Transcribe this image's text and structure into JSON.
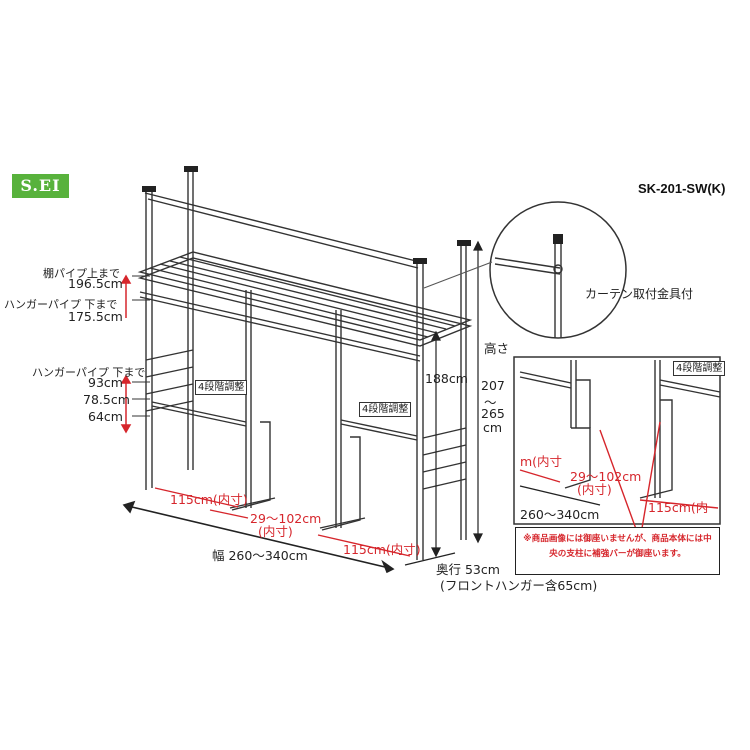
{
  "brand": {
    "logo_text": "S.EI",
    "logo_color": "#58b23c"
  },
  "model": "SK-201-SW(K)",
  "accent_color": "#d6262c",
  "left_labels": {
    "shelf_caption": "棚パイプ上まで",
    "shelf_value": "196.5cm",
    "hanger_top_caption": "ハンガーパイプ 下まで",
    "hanger_top_value": "175.5cm",
    "hanger_low_caption": "ハンガーパイプ 下まで",
    "hanger_low_values": [
      "93cm",
      "78.5cm",
      "64cm"
    ]
  },
  "adjust_tags": [
    "4段階調整",
    "4段階調整",
    "4段階調整"
  ],
  "height_188": "188cm",
  "height_total": {
    "label": "高さ",
    "min": "207",
    "sep": "〜",
    "max": "265",
    "unit": "cm"
  },
  "dims_bottom": {
    "inner_left": "115cm(内寸)",
    "gap": "29〜102cm",
    "gap_inner": "(内寸)",
    "inner_right": "115cm(内寸)",
    "width": "幅 260〜340cm",
    "depth": "奥行 53cm",
    "depth_note": "(フロントハンガー含65cm)"
  },
  "zoom_circle_caption": "カーテン取付金具付",
  "inset": {
    "tag": "4段階調整",
    "inner_left": "m(内寸",
    "gap": "29〜102cm",
    "gap_inner": "(内寸)",
    "inner_right": "115cm(内",
    "width": "260〜340cm"
  },
  "note": "※商品画像には御座いませんが、商品本体には中央の支柱に補強バーが御座います。"
}
